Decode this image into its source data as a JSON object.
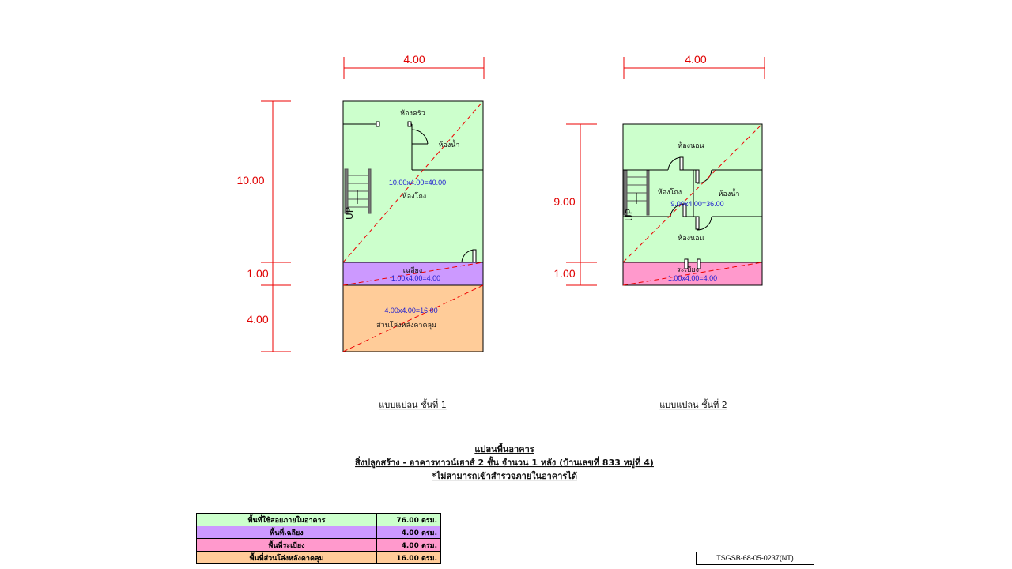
{
  "floor1": {
    "width_dim": "4.00",
    "dims": [
      "10.00",
      "1.00",
      "4.00"
    ],
    "rooms": {
      "kitchen": "ห้องครัว",
      "bathroom": "ห้องน้ำ",
      "hall": "ห้องโถง",
      "porch": "เฉลียง",
      "covered": "ส่วนโล่งหลังคาคลุม"
    },
    "areas": {
      "main": "10.00x4.00=40.00",
      "porch": "1.00x4.00=4.00",
      "covered": "4.00x4.00=16.00"
    },
    "stair_label": "UP",
    "title": "แบบแปลน  ชั้นที่ 1"
  },
  "floor2": {
    "width_dim": "4.00",
    "dims": [
      "9.00",
      "1.00"
    ],
    "rooms": {
      "bedroom1": "ห้องนอน",
      "hall": "ห้องโถง",
      "bathroom": "ห้องน้ำ",
      "bedroom2": "ห้องนอน",
      "balcony": "ระเบียง"
    },
    "areas": {
      "main": "9.00x4.00=36.00",
      "balcony": "1.00x4.00=4.00"
    },
    "stair_label": "UP",
    "title": "แบบแปลน  ชั้นที่ 2"
  },
  "heading": {
    "line1": "แปลนพื้นอาคาร",
    "line2": "สิ่งปลูกสร้าง - อาคารทาวน์เฮาส์ 2 ชั้น จำนวน 1 หลัง (บ้านเลขที่ 833 หมู่ที่ 4)",
    "line3": "*ไม่สามารถเข้าสำรวจภายในอาคารได้"
  },
  "legend": [
    {
      "label": "พื้นที่ใช้สอยภายในอาคาร",
      "value": "76.00 ตรม.",
      "color": "#ccffcc"
    },
    {
      "label": "พื้นที่เฉลียง",
      "value": "4.00 ตรม.",
      "color": "#cc99ff"
    },
    {
      "label": "พื้นที่ระเบียง",
      "value": "4.00 ตรม.",
      "color": "#ff99cc"
    },
    {
      "label": "พื้นที่ส่วนโล่งหลังคาคลุม",
      "value": "16.00 ตรม.",
      "color": "#ffcc99"
    }
  ],
  "code": "TSGSB-68-05-0237(NT)"
}
